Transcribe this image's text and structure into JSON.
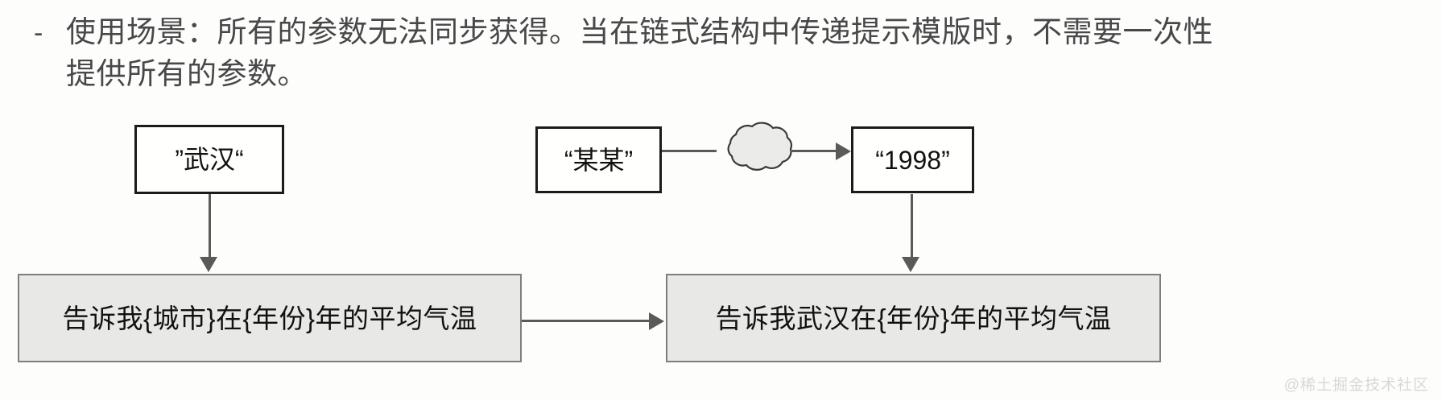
{
  "bullet": {
    "marker": "-",
    "text": "使用场景：所有的参数无法同步获得。当在链式结构中传递提示模版时，不需要一次性提供所有的参数。"
  },
  "diagram": {
    "nodes": {
      "city_value": {
        "label": "”武汉“",
        "style": "white"
      },
      "placeholder_value": {
        "label": "“某某”",
        "style": "white"
      },
      "year_value": {
        "label": "“1998”",
        "style": "white"
      },
      "template_full": {
        "label": "告诉我{城市}在{年份}年的平均气温",
        "style": "gray"
      },
      "template_partial": {
        "label": "告诉我武汉在{年份}年的平均气温",
        "style": "gray"
      }
    },
    "shapes": {
      "cloud": {
        "name": "cloud-shape",
        "fill": "#ebebe9",
        "stroke": "#3a3a38"
      }
    },
    "connectors": [
      {
        "name": "city-to-template-full",
        "type": "arrow-down"
      },
      {
        "name": "placeholder-to-cloud",
        "type": "line-right"
      },
      {
        "name": "cloud-to-year",
        "type": "arrow-right"
      },
      {
        "name": "year-to-template-partial",
        "type": "arrow-down"
      },
      {
        "name": "template-full-to-template-partial",
        "type": "arrow-right"
      }
    ]
  },
  "watermark": {
    "text": "@稀土掘金技术社区"
  },
  "colors": {
    "background": "#fdfdfb",
    "text": "#48484a",
    "node_border_dark": "#1b1b1b",
    "node_fill_gray": "#e8e8e6",
    "node_border_gray": "#7e7e7c",
    "connector": "#5a5a58",
    "cloud_fill": "#ebebe9",
    "watermark": "#d8d8d6"
  }
}
